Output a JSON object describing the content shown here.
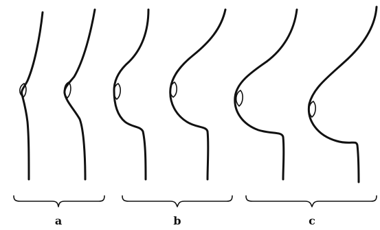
{
  "groups": [
    {
      "label": "a",
      "profiles": 2
    },
    {
      "label": "b",
      "profiles": 2
    },
    {
      "label": "c",
      "profiles": 2
    }
  ],
  "colors": {
    "ink": "#111111",
    "background": "#ffffff"
  }
}
